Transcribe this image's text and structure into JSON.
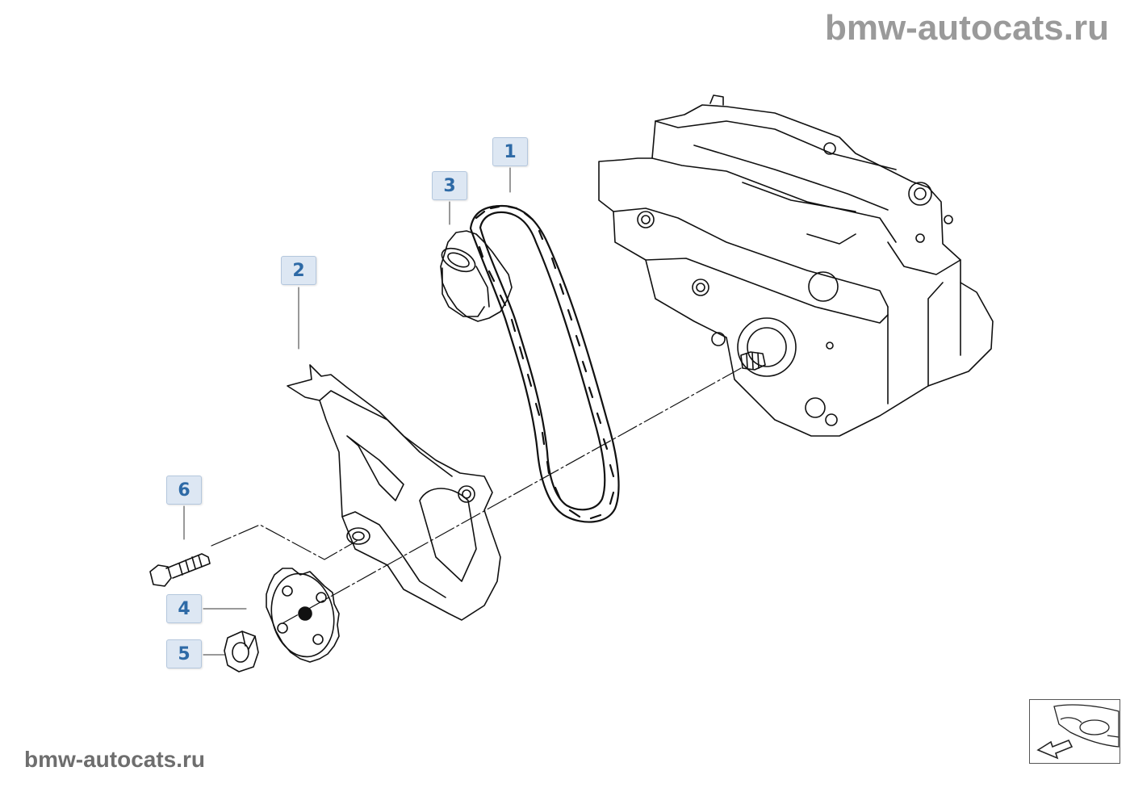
{
  "watermark": {
    "top": "bmw-autocats.ru",
    "bottom": "bmw-autocats.ru"
  },
  "callouts": [
    {
      "id": "1",
      "label": "1"
    },
    {
      "id": "2",
      "label": "2"
    },
    {
      "id": "3",
      "label": "3"
    },
    {
      "id": "4",
      "label": "4"
    },
    {
      "id": "5",
      "label": "5"
    },
    {
      "id": "6",
      "label": "6"
    }
  ],
  "nav_thumbnail": {
    "icon": "car-front-arrow-icon"
  },
  "colors": {
    "callout_bg": "#dde7f3",
    "callout_text": "#2e6aa6",
    "line": "#111111",
    "watermark": "#9a9a9a"
  }
}
